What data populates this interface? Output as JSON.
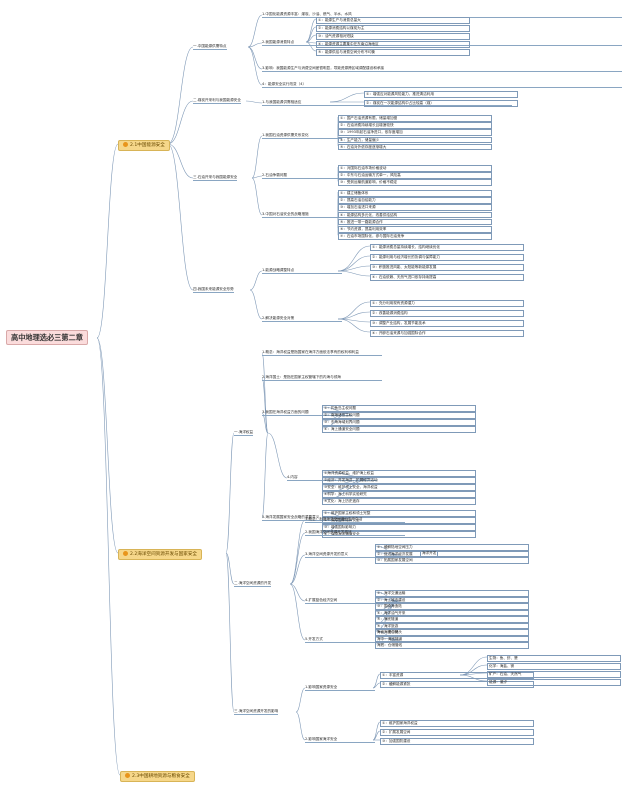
{
  "root": "高中地理选必三第二章",
  "s1": {
    "label": "2.1中国能源安全",
    "a": {
      "label": "一.中国能源供需特点",
      "items": [
        "1.中国化能源资源丰富：煤炭、沙油、燃气、半水、水风",
        "2.我国能源消费特点",
        "3.影响：我国能源生产与消费空间差很明显，导致资源跨区域调配建设和承接",
        "4：能源安全实行改变（4）"
      ],
      "sub": [
        "①：能源生产与消费总量大",
        "②：能源消费结构以煤炭为主",
        "③：油气资源相对短缺",
        "④：能源资源主要集中在东南沿海地区",
        "⑤：能源供给与消费空间分布不均衡"
      ]
    },
    "b": {
      "label": "二.煤炭开采利与我国能源安全",
      "items": [
        "1.与我国能源供需相适应"
      ],
      "sub": [
        "①：增强应对能源风险能力，推进清洁利用",
        "②：煤炭在一次能源结构中占比较高（煤）"
      ]
    },
    "c": {
      "label": "三.石油开采与我国能源安全",
      "groups": [
        {
          "label": "1.我国石油资源供需关系变化",
          "items": [
            "①：国产石油资源有限，储量增加慢",
            "②：石油消费持续增长且增速较快",
            "③：1993年起石油净进口，依存度增加",
            "④：生产能力，储量偏少",
            "⑤：石油对外依存度逐渐增大"
          ]
        },
        {
          "label": "2.石油争霸问题",
          "items": [
            "①：对国际石油市场价格波动",
            "②：中东与石油运输方式单一，风险高",
            "③：受到运输航道影响，价格不稳定"
          ]
        },
        {
          "label": "3.中国对石油安全的战略措施",
          "items": [
            "①：建立储备体系",
            "②：提高石油自给能力",
            "③：增加石油进口来源",
            "④：能源结构多元化，改善供给结构",
            "⑤：推进一带一路能源合作",
            "⑥：节约资源，提高利用效率",
            "⑦：石油市场国际化，参与国际石油竞争"
          ]
        }
      ]
    },
    "d": {
      "label": "四.我国未来能源安全形势",
      "groups": [
        {
          "label": "1.能源战略调整特点",
          "items": [
            "①：能源消费总量持续增长，结构继续优化",
            "②：能源利用与经济增长的协调与保障能力",
            "③：积极推进风能、太阳能等新能源发展",
            "④：石油依赖、天然气进口依存持续提高"
          ]
        },
        {
          "label": "2.解决能源安全对策",
          "items": [
            "①：充分利用现有资源潜力",
            "②：改善能源消费结构",
            "③：调整产业结构，发展节能技术",
            "④：开辟石油来源与加强国际合作"
          ]
        }
      ]
    }
  },
  "s2": {
    "label": "2.2海洋空间资源开发与国家安全",
    "a": {
      "label": "一.海洋权益",
      "groups": [
        {
          "label": "1.概念：海洋权益是指国家在海洋方面依法享有的权利和利益",
          "items": []
        },
        {
          "label": "2.海洋国土：是指在国家主权管辖下的内海与领海",
          "items": []
        },
        {
          "label": "3.我国在海洋权益方面的问题",
          "items": [
            "①：钓鱼岛主权问题",
            "②：南海诸岛主权问题",
            "③：东海海域划界问题",
            "④：海上通道安全问题"
          ]
        },
        {
          "label": "4.内容",
          "items": [
            "①海洋资源权益，维护海上权益",
            "②经济：开发海洋，扩展经济活动",
            "③安全：维护领土安全，海洋权益",
            "④科学：海上科学实验研究",
            "⑤文化：海上历史遗存"
          ]
        },
        {
          "label": "5.海洋发展国家安全战略的重要意义",
          "items": [
            "①：维护国家主权和领土完整",
            "②：保障国家经济安全",
            "③：增强国际影响力",
            "④：保障海洋通道安全"
          ]
        }
      ]
    },
    "b": {
      "label": "二.海洋空间资源的开发",
      "groups": [
        {
          "label": "1.概念：利用海洋空间进行生产生活",
          "items": []
        },
        {
          "label": "2.我国海洋空间资源开发现状",
          "items": []
        },
        {
          "label": "3.海洋空间资源开发的意义",
          "items": [
            "①：缓解陆地空间压力",
            "②：促进海洋经济发展",
            "③：拓展国家发展空间"
          ]
        },
        {
          "label": "4.扩展蓝色经济空间",
          "items": [
            "①：海洋交通运输",
            "②：海上城市建设",
            "③：围填海造陆",
            "④：海洋油气开采",
            "⑤：海底隧道",
            "⑥：海洋旅游",
            "⑦：海底仓储"
          ]
        },
        {
          "label": "5.开发方式",
          "items": [
            "海面：港口码头",
            "海中：海底隧道",
            "海底：仓储管线"
          ]
        }
      ],
      "side": "海洋开发"
    },
    "c": {
      "label": "三.海洋空间资源开发的影响",
      "groups": [
        {
          "label": "1.影响国家资源安全",
          "items": [
            "①：丰富资源",
            "②：缓解能源紧张"
          ],
          "tags": [
            "生物：鱼、虾、蟹",
            "化学：海盐、镁",
            "矿产：石油、天然气",
            "能源：潮汐"
          ]
        },
        {
          "label": "2.影响国家海洋安全",
          "items": [
            "①：维护国家海洋权益",
            "②：扩展发展空间",
            "③：加强国防建设"
          ]
        }
      ]
    }
  },
  "s3": {
    "label": "2.3中国耕地资源与粮食安全"
  }
}
